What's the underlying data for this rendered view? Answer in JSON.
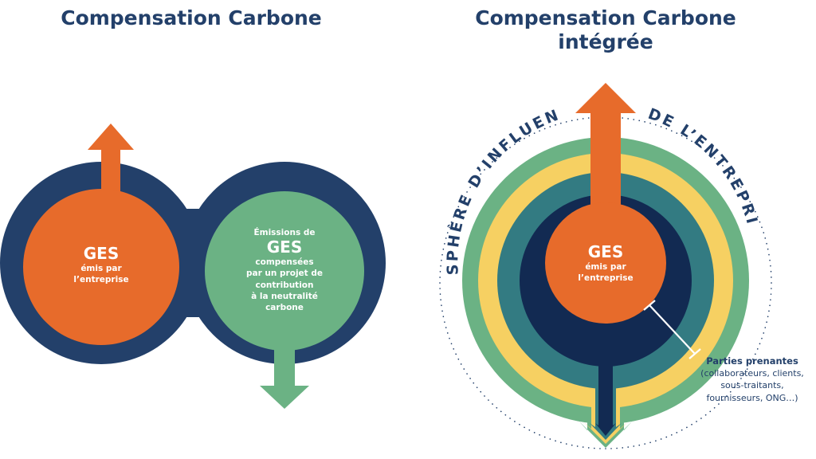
{
  "left": {
    "title": "Compensation Carbone",
    "circle_left": {
      "big": "GES",
      "line1": "émis par",
      "line2": "l’entreprise"
    },
    "circle_right": {
      "line0": "Émissions de",
      "big": "GES",
      "lines": [
        "compensées",
        "par un projet de",
        "contribution",
        "à la neutralité",
        "carbone"
      ]
    }
  },
  "right": {
    "title_line1": "Compensation Carbone",
    "title_line2": "intégrée",
    "arc_text_left": "SPHÈRE D’INFLUENCE",
    "arc_text_right": "DE L’ENTREPRISE",
    "center": {
      "big": "GES",
      "line1": "émis par",
      "line2": "l’entreprise"
    },
    "annotation": {
      "bold": "Parties prenantes",
      "lines": [
        "(collaborateurs, clients,",
        "sous-traitants,",
        "fournisseurs, ONG…)"
      ]
    }
  },
  "colors": {
    "navy": "#23406a",
    "orange": "#e76b2b",
    "green": "#6bb284",
    "yellow": "#f6d062",
    "teal": "#337b82",
    "dark_navy": "#122a52"
  }
}
